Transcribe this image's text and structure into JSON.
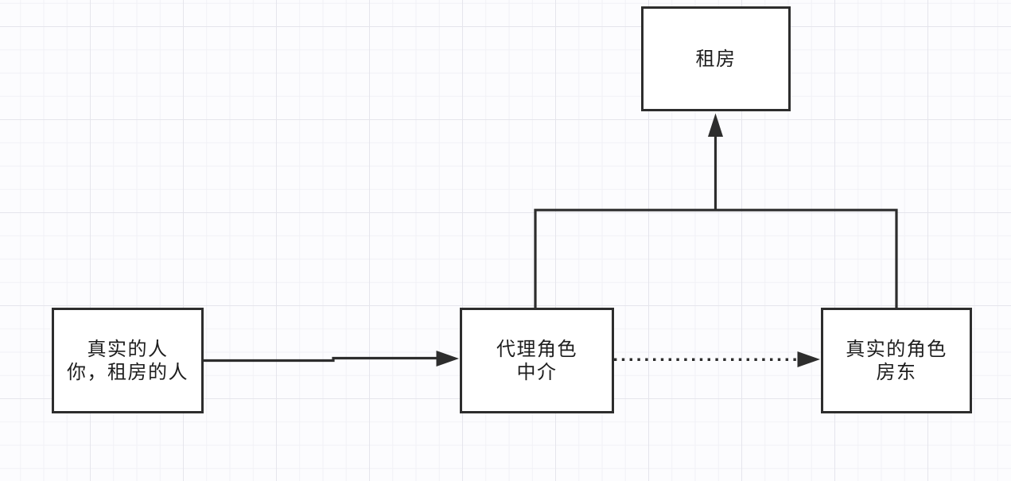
{
  "diagram": {
    "title": "proxy-pattern-renting-diagram",
    "nodes": [
      {
        "id": "rent",
        "lines": [
          "租房"
        ]
      },
      {
        "id": "real-person",
        "lines": [
          "真实的人",
          "你，租房的人"
        ]
      },
      {
        "id": "proxy-role",
        "lines": [
          "代理角色",
          "中介"
        ]
      },
      {
        "id": "real-role",
        "lines": [
          "真实的角色",
          "房东"
        ]
      }
    ],
    "edges": [
      {
        "from": "real-person",
        "to": "proxy-role",
        "line_style": "solid",
        "arrow": "filled-triangle"
      },
      {
        "from": "proxy-role",
        "to": "real-role",
        "line_style": "dotted",
        "arrow": "filled-triangle"
      },
      {
        "from": "proxy-role, real-role",
        "to": "rent",
        "line_style": "solid-orthogonal",
        "arrow": "filled-triangle"
      }
    ],
    "colors": {
      "stroke": "#2d2d2d",
      "text": "#1e1e1e",
      "node_fill": "#ffffff",
      "canvas_background": "#fcfcfe",
      "grid_minor": "#f1f1f6",
      "grid_major": "#e5e5ec"
    }
  }
}
